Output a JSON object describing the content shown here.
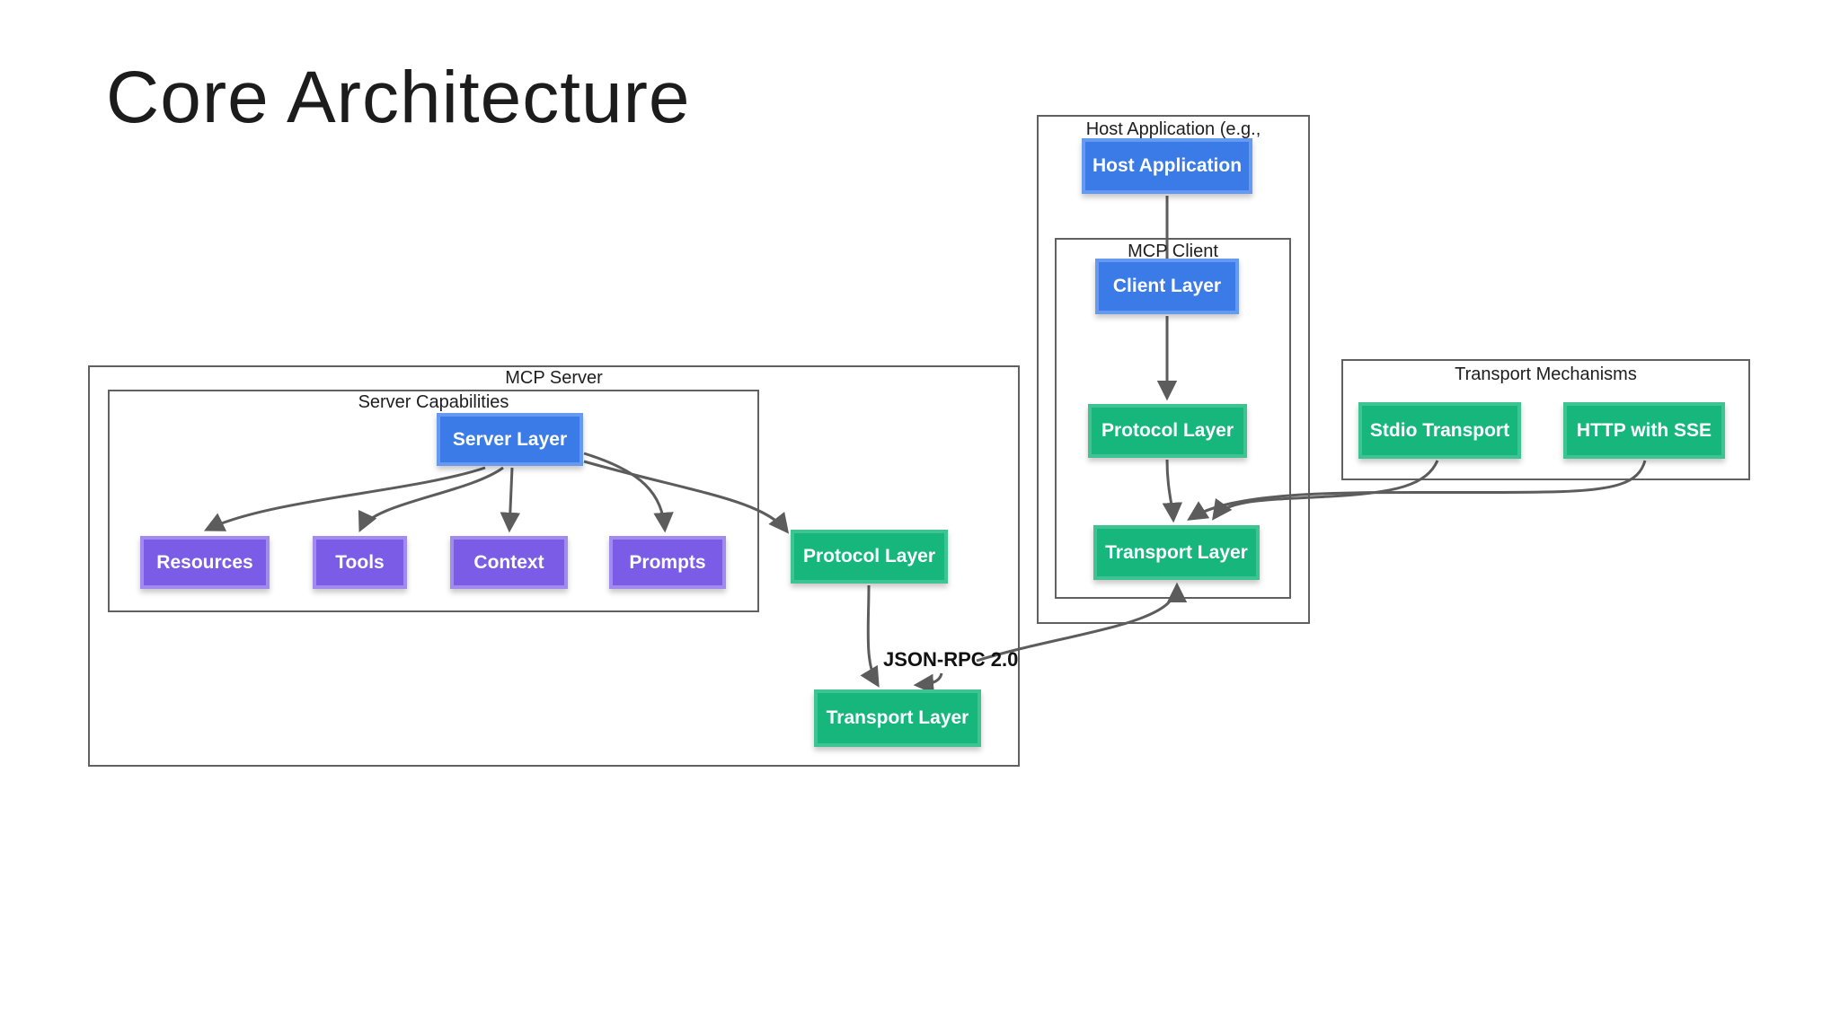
{
  "slide": {
    "title": "Core Architecture"
  },
  "colors": {
    "blue_fill": "#3a7be8",
    "blue_border": "#669af0",
    "green_fill": "#16b67d",
    "green_border": "#3ec493",
    "purple_fill": "#7b5ce6",
    "purple_border": "#a18bee",
    "edge": "#5c5c5c",
    "container_border": "#616161",
    "node_text": "#ffffff"
  },
  "containers": {
    "mcp_server": {
      "label": "MCP Server"
    },
    "server_capabilities": {
      "label": "Server Capabilities"
    },
    "host_application": {
      "label": "Host Application (e.g.,"
    },
    "mcp_client": {
      "label": "MCP Client"
    },
    "transport_mechanisms": {
      "label": "Transport Mechanisms"
    }
  },
  "nodes": {
    "server_layer": {
      "label": "Server Layer"
    },
    "resources": {
      "label": "Resources"
    },
    "tools": {
      "label": "Tools"
    },
    "context": {
      "label": "Context"
    },
    "prompts": {
      "label": "Prompts"
    },
    "protocol_layer_server": {
      "label": "Protocol Layer"
    },
    "transport_layer_server": {
      "label": "Transport Layer"
    },
    "host_application_node": {
      "label": "Host Application"
    },
    "client_layer": {
      "label": "Client Layer"
    },
    "protocol_layer_client": {
      "label": "Protocol Layer"
    },
    "transport_layer_client": {
      "label": "Transport Layer"
    },
    "stdio_transport": {
      "label": "Stdio Transport"
    },
    "http_with_sse": {
      "label": "HTTP with SSE"
    }
  },
  "edges": {
    "json_rpc_label": "JSON-RPC 2.0"
  }
}
